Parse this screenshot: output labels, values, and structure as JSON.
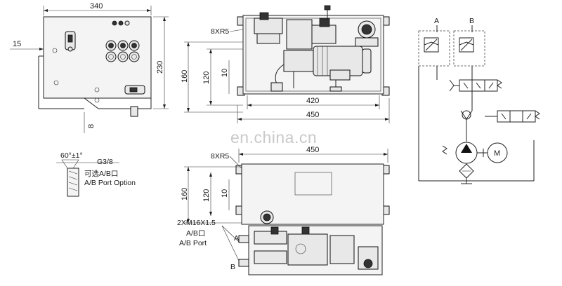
{
  "watermark": "en.china.cn",
  "top_left_view": {
    "dim_width": "340",
    "dim_height": "230",
    "dim_offset": "15",
    "dim_small": "8"
  },
  "top_middle_view": {
    "bolt_label": "8XR5",
    "dim_160": "160",
    "dim_120": "120",
    "dim_10": "10",
    "dim_420": "420",
    "dim_450": "450"
  },
  "bottom_middle_view": {
    "bolt_label": "8XR5",
    "dim_450": "450",
    "dim_160": "160",
    "dim_120": "120",
    "dim_10": "10",
    "thread_label": "2XM16X1.5",
    "port_label_cn": "A/B口",
    "port_label_en": "A/B Port",
    "port_a": "A",
    "port_b": "B"
  },
  "port_detail": {
    "angle": "60°±1°",
    "thread": "G3/8",
    "option_cn": "可选A/B口",
    "option_en": "A/B Port Option"
  },
  "schematic": {
    "port_a": "A",
    "port_b": "B",
    "motor": "M"
  }
}
